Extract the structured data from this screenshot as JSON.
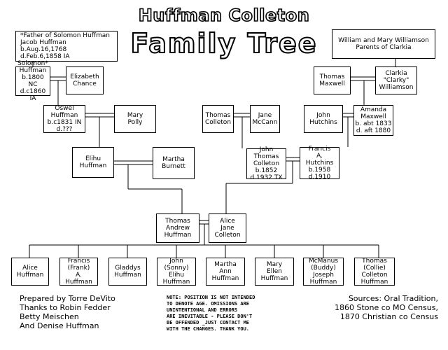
{
  "title": {
    "line1": "Huffman Colleton",
    "line2": "Family Tree"
  },
  "people": {
    "father_of_solomon": "*Father of Solomon Huffman\n   Jacob Huffman\n   b.Aug.16,1768\n   d.Feb.6,1858 IA",
    "solomon": "Solomon*\nHuffman\nb.1800 NC\nd.c1860 IA",
    "elizabeth": "Elizabeth\nChance",
    "oswel": "Oswel\nHuffman\nb.c1831 IN\nd.???",
    "mary_polly": "Mary\nPolly",
    "elihu": "Elihu\nHuffman",
    "martha_burnett": "Martha\nBurnett",
    "williamson_parents": "William and Mary Williamson\nParents of Clarkia",
    "thomas_maxwell": "Thomas\nMaxwell",
    "clarkia": "Clarkia\n\"Clarky\"\nWilliamson",
    "thomas_colleton": "Thomas\nColleton",
    "jane_mccann": "Jane\nMcCann",
    "john_hutchins": "John\nHutchins",
    "amanda": "Amanda\nMaxwell\nb. abt 1833\nd. aft 1880",
    "john_thomas_colleton": "John\nThomas\nColleton\nb.1852\nd.1932 TX",
    "francis_hutchins": "Francis\nA.\nHutchins\nb.1958\nd.1910",
    "thomas_andrew": "Thomas\nAndrew\nHuffman",
    "alice_jane": "Alice\nJane\nColleton"
  },
  "children": [
    "Alice\nHuffman",
    "Francis\n(Frank)\nA.\nHuffman",
    "Gladdys\nHuffman",
    "John\n(Sonny)\nElihu\nHuffman",
    "Martha\nAnn\nHuffman",
    "Mary\nEllen\nHuffman",
    "McManus\n(Buddy)\nJoseph\nHuffman",
    "Thomas\n(Collie)\nColleton\nHuffman"
  ],
  "credits": "Prepared by Torre DeVito\nThanks to Robin Fedder\n Betty Meischen\nAnd Denise Huffman",
  "note": "NOTE: POSITION IS NOT INTENDED\nTO DENOTE AGE. OMISSIONS ARE\nUNINTENTIONAL AND ERRORS\nARE INEVITABLE - PLEASE DON'T\nBE OFFENDED _JUST CONTACT ME\nWITH THE CHANGES. THANK YOU.",
  "sources": "Sources: Oral Tradition,\n1860 Stone co MO Census,\n1870 Christian co Census"
}
